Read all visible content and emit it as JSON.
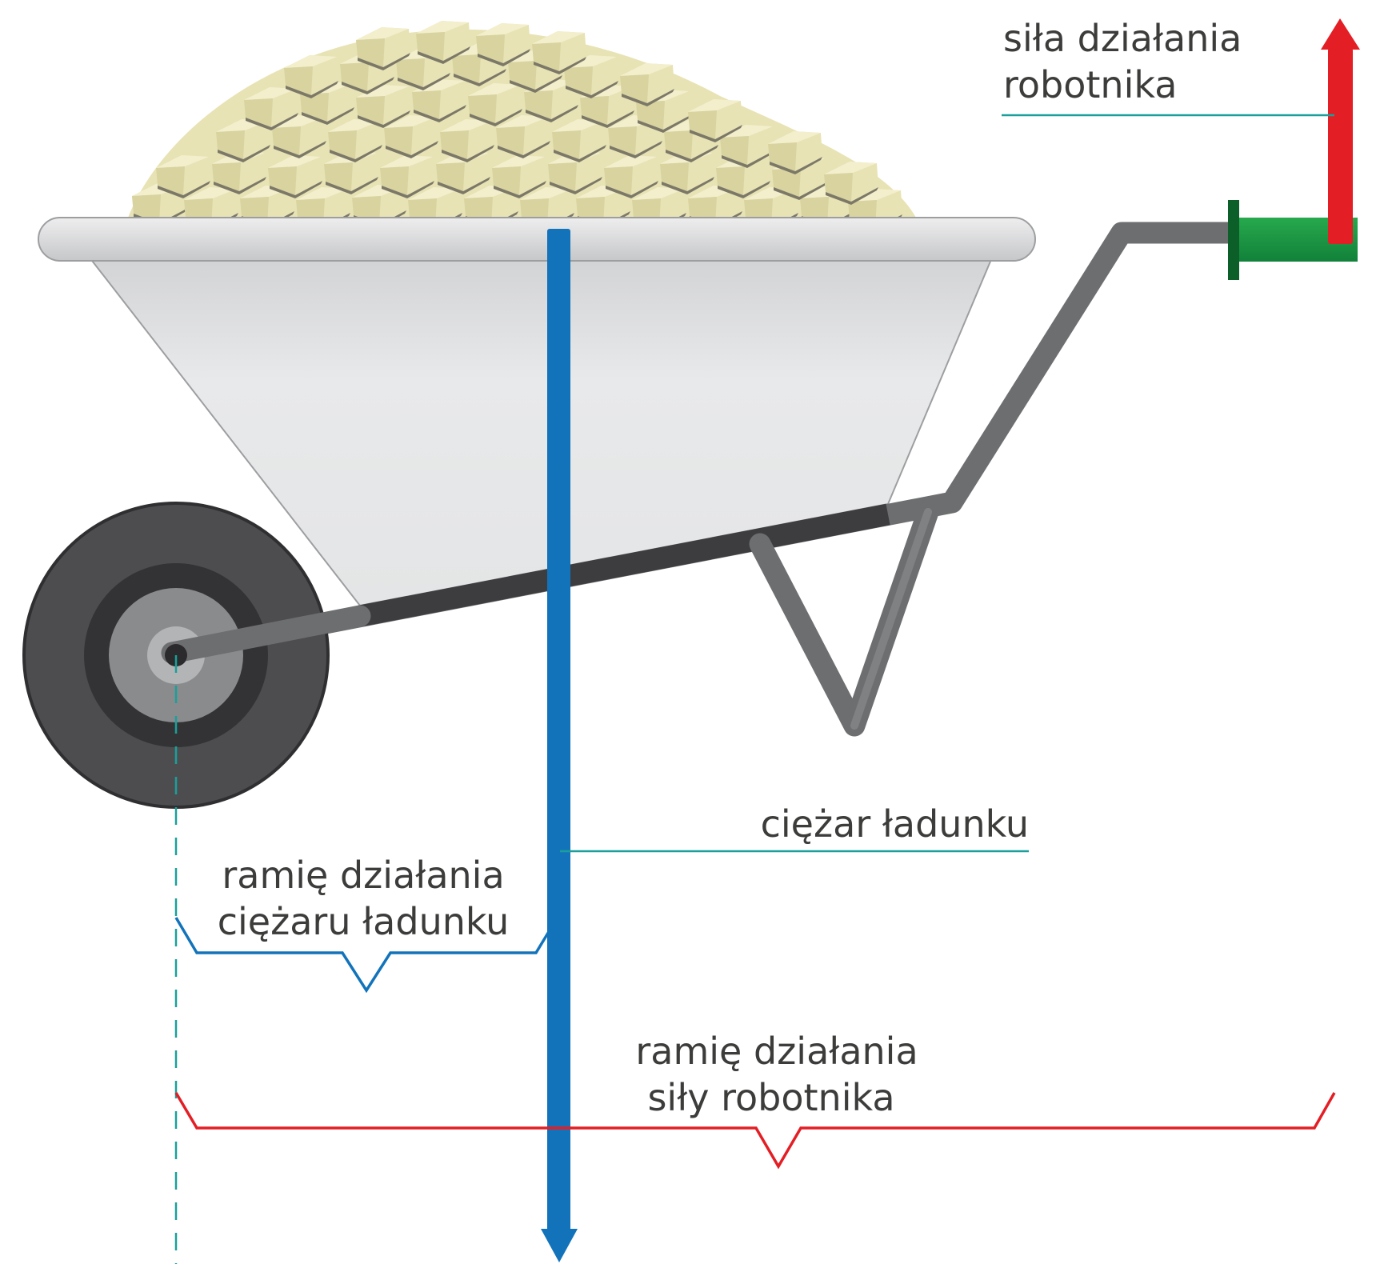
{
  "labels": {
    "worker_force": [
      "siła działania",
      "robotnika"
    ],
    "load_weight": "ciężar ładunku",
    "load_arm": [
      "ramię działania",
      "ciężaru ładunku"
    ],
    "worker_arm": [
      "ramię działania",
      "siły robotnika"
    ]
  },
  "colors": {
    "worker_force_arrow": "#e31e24",
    "load_weight_arrow": "#1273bb",
    "leader_line": "#1b9f9b",
    "tray": "#e6e7e8",
    "rim": "#d8d9db",
    "frame": "#6d6e70",
    "wheel_tire": "#4d4d4f",
    "handle_grip": "#1c9a44",
    "load": "#e8e3b4"
  },
  "icons": [
    "wheelbarrow",
    "stone-load",
    "axle-pivot"
  ]
}
